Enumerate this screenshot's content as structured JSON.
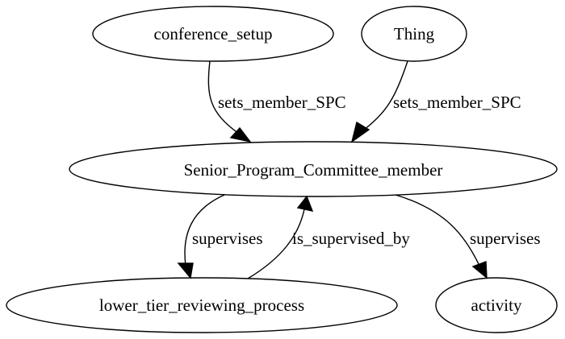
{
  "nodes": {
    "conference_setup": "conference_setup",
    "thing": "Thing",
    "spc_member": "Senior_Program_Committee_member",
    "lower_tier": "lower_tier_reviewing_process",
    "activity": "activity"
  },
  "edges": {
    "conference_to_spc": "sets_member_SPC",
    "thing_to_spc": "sets_member_SPC",
    "spc_to_lower_tier": "supervises",
    "lower_tier_to_spc": "is_supervised_by",
    "spc_to_activity": "supervises"
  }
}
